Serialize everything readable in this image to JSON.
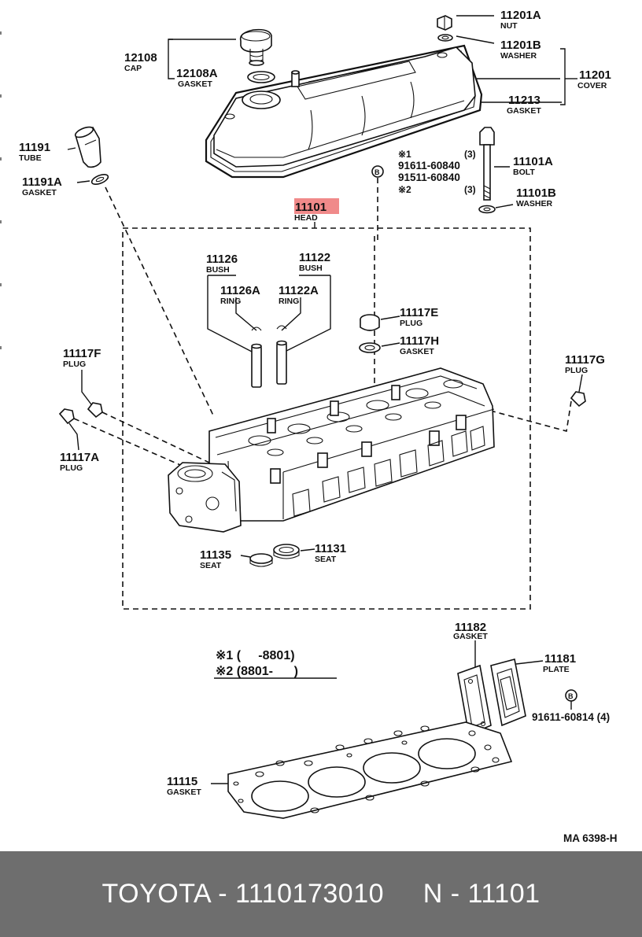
{
  "diagram": {
    "code": "MA 6398-H",
    "note1": "※1 (     -8801)",
    "note2": "※2 (8801-      )",
    "parts": {
      "p11201A": {
        "number": "11201A",
        "name": "NUT"
      },
      "p11201B": {
        "number": "11201B",
        "name": "WASHER"
      },
      "p11201": {
        "number": "11201",
        "name": "COVER"
      },
      "p11213": {
        "number": "11213",
        "name": "GASKET"
      },
      "p12108": {
        "number": "12108",
        "name": "CAP"
      },
      "p12108A": {
        "number": "12108A",
        "name": "GASKET"
      },
      "p11191": {
        "number": "11191",
        "name": "TUBE"
      },
      "p11191A": {
        "number": "11191A",
        "name": "GASKET"
      },
      "p11101": {
        "number": "11101",
        "name": "HEAD"
      },
      "p11101A": {
        "number": "11101A",
        "name": "BOLT"
      },
      "p11101B": {
        "number": "11101B",
        "name": "WASHER"
      },
      "p11126": {
        "number": "11126",
        "name": "BUSH"
      },
      "p11126A": {
        "number": "11126A",
        "name": "RING"
      },
      "p11122": {
        "number": "11122",
        "name": "BUSH"
      },
      "p11122A": {
        "number": "11122A",
        "name": "RING"
      },
      "p11117E": {
        "number": "11117E",
        "name": "PLUG"
      },
      "p11117H": {
        "number": "11117H",
        "name": "GASKET"
      },
      "p11117F": {
        "number": "11117F",
        "name": "PLUG"
      },
      "p11117G": {
        "number": "11117G",
        "name": "PLUG"
      },
      "p11117A": {
        "number": "11117A",
        "name": "PLUG"
      },
      "p11135": {
        "number": "11135",
        "name": "SEAT"
      },
      "p11131": {
        "number": "11131",
        "name": "SEAT"
      },
      "p11182": {
        "number": "11182",
        "name": "GASKET"
      },
      "p11181": {
        "number": "11181",
        "name": "PLATE"
      },
      "p11115": {
        "number": "11115",
        "name": "GASKET"
      }
    },
    "bolts": {
      "mark1": "※1",
      "mark2": "※2",
      "qty1": "(3)",
      "qty2": "(3)",
      "bolt1": "91611-60840",
      "bolt2": "91511-60840",
      "bolt3": "91611-60814 (4)",
      "bmark": "B"
    }
  },
  "footer": {
    "text": "TOYOTA - 1110173010     N - 11101"
  }
}
